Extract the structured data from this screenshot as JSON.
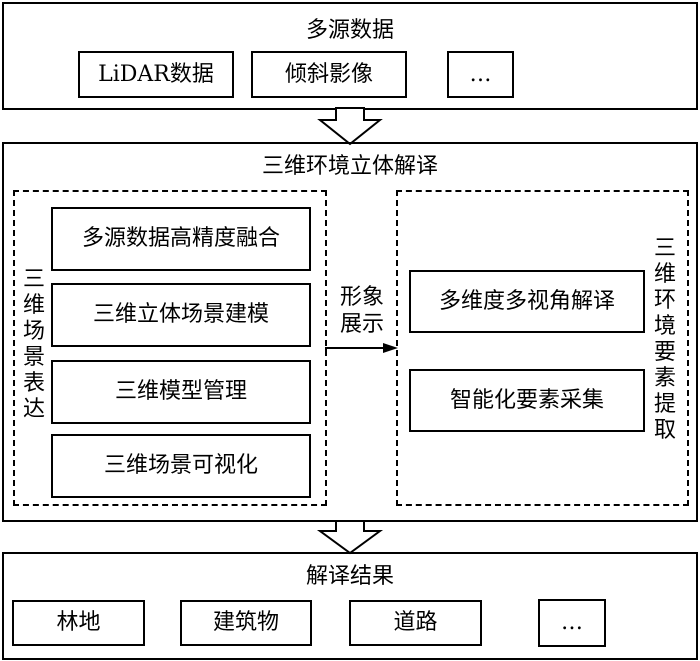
{
  "source": {
    "title": "多源数据",
    "items": [
      "LiDAR数据",
      "倾斜影像",
      "…"
    ]
  },
  "interpretation": {
    "title": "三维环境立体解译",
    "scene_expression": {
      "label": "三维场景表达",
      "items": [
        "多源数据高精度融合",
        "三维立体场景建模",
        "三维模型管理",
        "三维场景可视化"
      ]
    },
    "connector_label": "形象展示",
    "element_extraction": {
      "label": "三维环境要素提取",
      "items": [
        "多维度多视角解译",
        "智能化要素采集"
      ]
    }
  },
  "result": {
    "title": "解译结果",
    "items": [
      "林地",
      "建筑物",
      "道路",
      "…"
    ]
  }
}
